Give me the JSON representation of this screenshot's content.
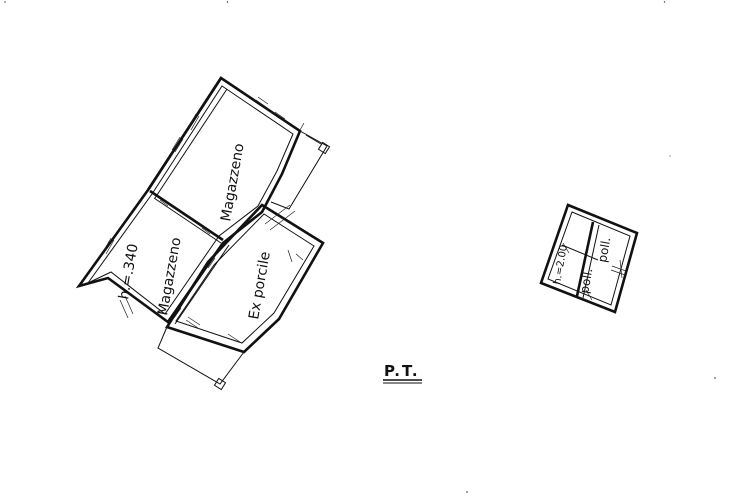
{
  "plan_label": "P.T.",
  "main_building": {
    "rooms": [
      {
        "label": "Magazzeno"
      },
      {
        "label": "Magazzeno"
      },
      {
        "label": "Ex porcile"
      }
    ],
    "height_note": "h.=.340"
  },
  "annex": {
    "height_note": "h.=2.00",
    "rooms": [
      {
        "label": "poll."
      },
      {
        "label": "poll."
      }
    ]
  }
}
